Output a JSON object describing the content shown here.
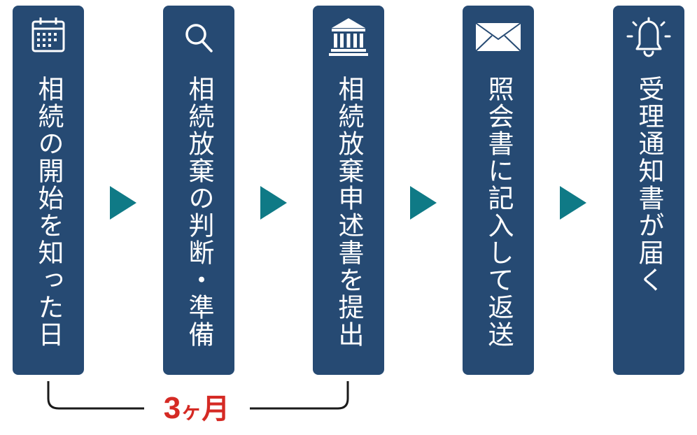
{
  "steps": [
    {
      "label": "相続の開始を知った日",
      "icon": "calendar-icon"
    },
    {
      "label": "相続放棄の判断・準備",
      "icon": "magnifier-icon"
    },
    {
      "label": "相続放棄申述書を提出",
      "icon": "courthouse-icon"
    },
    {
      "label": "照会書に記入して返送",
      "icon": "envelope-icon"
    },
    {
      "label": "受理通知書が届く",
      "icon": "bell-icon"
    }
  ],
  "period": {
    "number": "3",
    "unit": "ヶ",
    "month": "月"
  },
  "colors": {
    "box": "#264a73",
    "arrow": "#0f7a86",
    "period": "#d52a24",
    "text": "#ffffff"
  }
}
